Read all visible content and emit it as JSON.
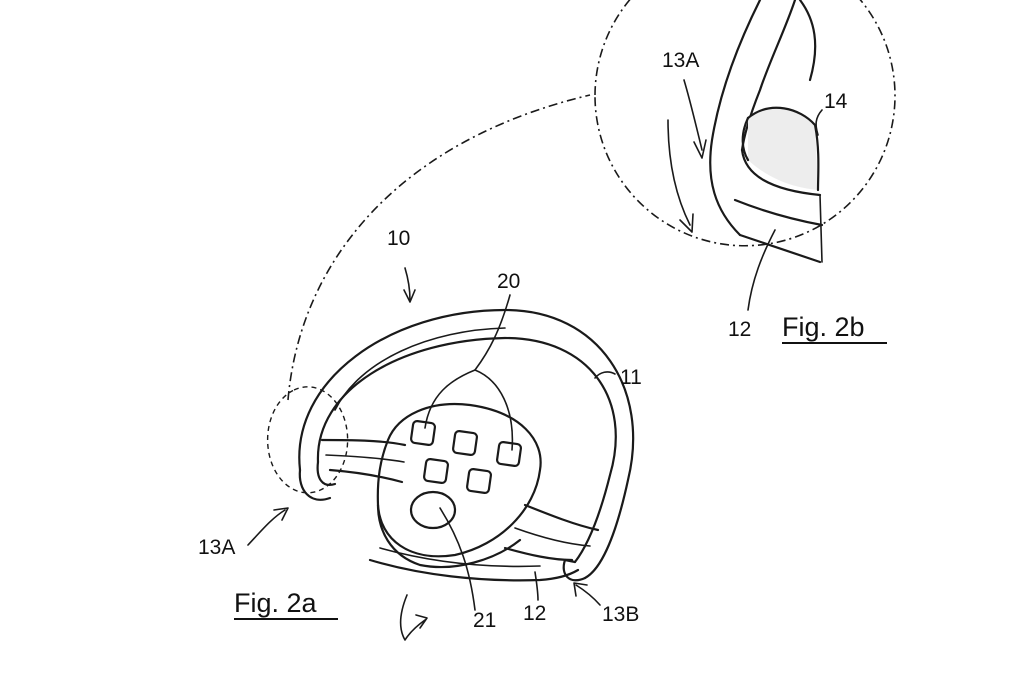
{
  "figures": {
    "fig_2a": "Fig. 2a",
    "fig_2b": "Fig. 2b"
  },
  "labels": {
    "steering_wheel": "10",
    "rim": "11",
    "spoke": "12",
    "spoke_detail": "12",
    "left_grip": "13A",
    "left_grip_detail": "13A",
    "right_grip": "13B",
    "sensor": "14",
    "buttons": "20",
    "center_button": "21"
  }
}
